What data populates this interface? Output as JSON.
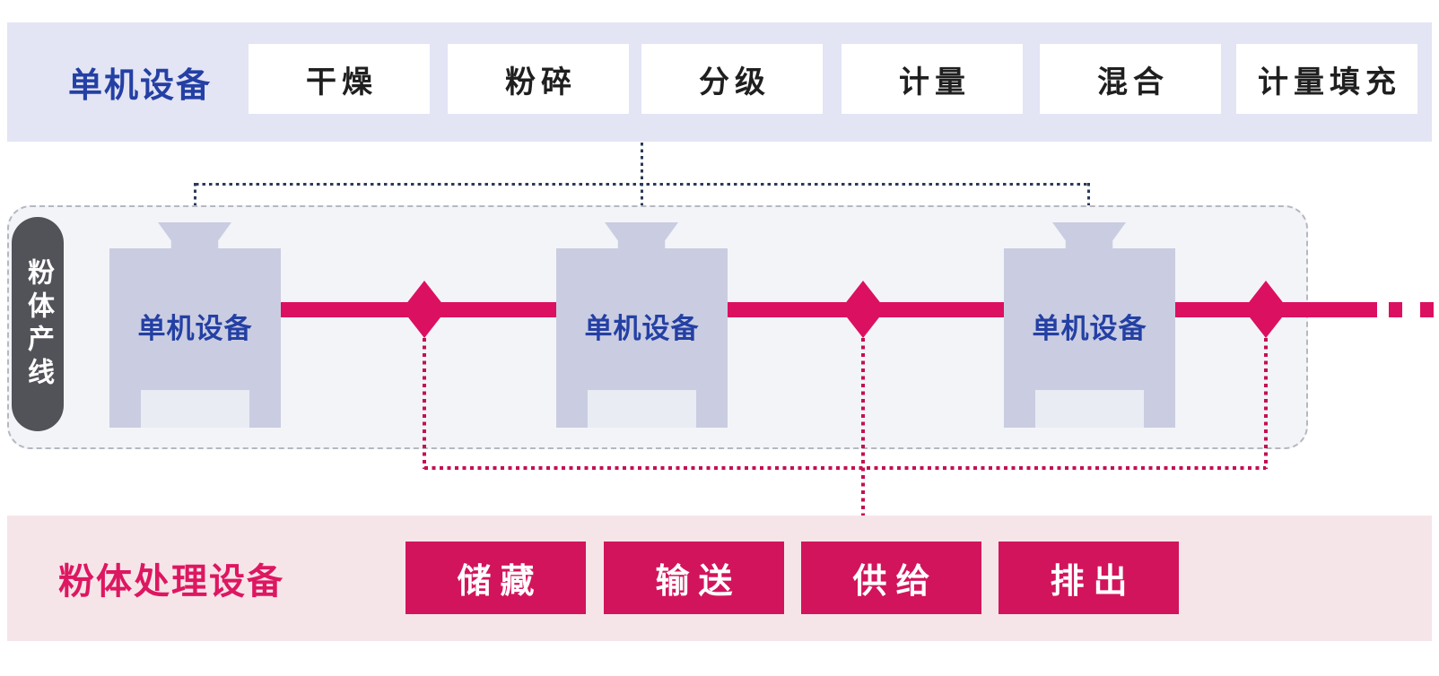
{
  "colors": {
    "top_band_bg": "#e3e4f4",
    "blue_text": "#2440a4",
    "navy_dotted": "#2a3a58",
    "container_bg": "#f3f4f8",
    "container_border": "#b5b8c0",
    "pill_bg": "#525359",
    "machine_fill": "#cacde1",
    "machine_inset": "#eaecf4",
    "bar_crimson": "#dc1060",
    "box_crimson": "#d2145c",
    "red_dotted": "#c50f52",
    "bottom_band_bg": "#f6e5e8",
    "bottom_label": "#dd1761",
    "box_text_dark": "#1f1f1f"
  },
  "top_row": {
    "title": "单机设备",
    "items": [
      {
        "label": "干燥"
      },
      {
        "label": "粉碎"
      },
      {
        "label": "分级"
      },
      {
        "label": "计量"
      },
      {
        "label": "混合"
      },
      {
        "label": "计量填充"
      }
    ]
  },
  "production_line": {
    "side_label": "粉体产线",
    "machines": [
      {
        "label": "单机设备"
      },
      {
        "label": "单机设备"
      },
      {
        "label": "单机设备"
      }
    ]
  },
  "bottom_row": {
    "title": "粉体处理设备",
    "items": [
      {
        "label": "储藏"
      },
      {
        "label": "输送"
      },
      {
        "label": "供给"
      },
      {
        "label": "排出"
      }
    ]
  }
}
